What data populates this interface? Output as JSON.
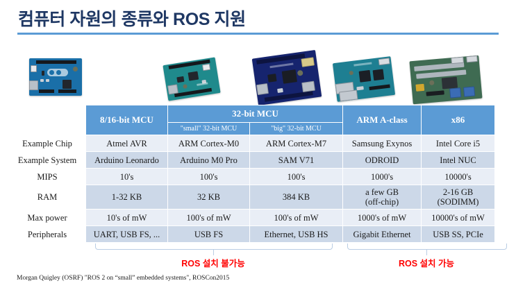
{
  "slide": {
    "title": "컴퓨터 자원의 종류와 ROS 지원",
    "accent_color": "#5b9bd5",
    "title_color": "#1f3864",
    "annotation_color": "#ff0000",
    "source_note": "Morgan Quigley (OSRF) \"ROS 2 on “small” embedded systems\", ROSCon2015"
  },
  "boards": [
    {
      "name": "arduino-leonardo-board",
      "alt": "Arduino Leonardo board"
    },
    {
      "name": "arduino-m0-pro-board",
      "alt": "Arduino M0 Pro board"
    },
    {
      "name": "sam-v71-board",
      "alt": "SAM V71 evaluation board"
    },
    {
      "name": "odroid-board",
      "alt": "ODROID single board computer"
    },
    {
      "name": "intel-nuc-board",
      "alt": "Intel NUC board"
    }
  ],
  "table": {
    "columns": [
      {
        "group": "",
        "sub": ""
      },
      {
        "group": "8/16-bit MCU",
        "sub": ""
      },
      {
        "group": "32-bit MCU",
        "sub": "\"small\" 32-bit MCU"
      },
      {
        "group": "32-bit MCU",
        "sub": "\"big\" 32-bit MCU"
      },
      {
        "group": "ARM A-class",
        "sub": ""
      },
      {
        "group": "x86",
        "sub": ""
      }
    ],
    "header": {
      "col1": "8/16-bit MCU",
      "col_group_32bit": "32-bit MCU",
      "col_small_32bit": "\"small\" 32-bit MCU",
      "col_big_32bit": "\"big\" 32-bit MCU",
      "col_arm_a": "ARM A-class",
      "col_x86": "x86"
    },
    "rows": [
      {
        "label": "Example Chip",
        "cells": [
          "Atmel AVR",
          "ARM Cortex-M0",
          "ARM Cortex-M7",
          "Samsung Exynos",
          "Intel Core i5"
        ]
      },
      {
        "label": "Example System",
        "cells": [
          "Arduino Leonardo",
          "Arduino M0 Pro",
          "SAM V71",
          "ODROID",
          "Intel NUC"
        ]
      },
      {
        "label": "MIPS",
        "cells": [
          "10's",
          "100's",
          "100's",
          "1000's",
          "10000's"
        ]
      },
      {
        "label": "RAM",
        "cells": [
          "1-32 KB",
          "32 KB",
          "384 KB",
          "a few GB\n(off-chip)",
          "2-16 GB\n(SODIMM)"
        ]
      },
      {
        "label": "Max power",
        "cells": [
          "10's of mW",
          "100's of mW",
          "100's of mW",
          "1000's of mW",
          "10000's of mW"
        ]
      },
      {
        "label": "Peripherals",
        "cells": [
          "UART, USB FS, ...",
          "USB FS",
          "Ethernet, USB HS",
          "Gigabit Ethernet",
          "USB SS, PCIe"
        ]
      }
    ]
  },
  "annotations": [
    {
      "label": "ROS 설치 불가능",
      "spans": "8/16-bit MCU through \"big\" 32-bit MCU"
    },
    {
      "label": "ROS 설치 가능",
      "spans": "ARM A-class through x86"
    }
  ]
}
